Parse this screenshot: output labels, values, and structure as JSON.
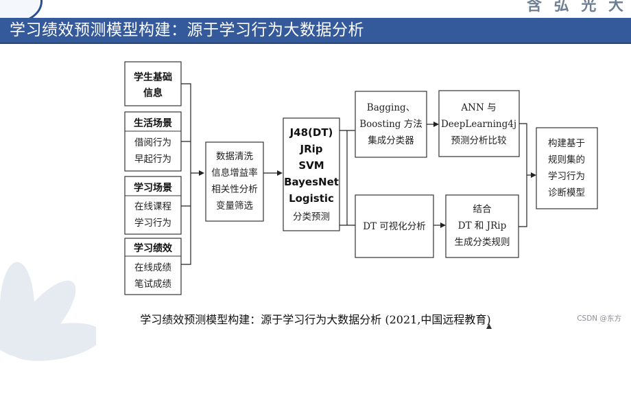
{
  "header": {
    "title": "学习绩效预测模型构建：源于学习行为大数据分析",
    "top_right_text": "含 弘 光 大"
  },
  "diagram": {
    "inputs": [
      {
        "title": "学生基础",
        "lines": [
          "信息"
        ]
      },
      {
        "title": "生活场景",
        "lines": [
          "借阅行为",
          "早起行为"
        ]
      },
      {
        "title": "学习场景",
        "lines": [
          "在线课程",
          "学习行为"
        ]
      },
      {
        "title": "学习绩效",
        "lines": [
          "在线成绩",
          "笔试成绩"
        ]
      }
    ],
    "preprocess": [
      "数据清洗",
      "信息增益率",
      "相关性分析",
      "变量筛选"
    ],
    "algorithms": [
      "J48(DT)",
      "JRip",
      "SVM",
      "BayesNet",
      "Logistic"
    ],
    "algorithms_caption": "分类预测",
    "ensemble": [
      "Bagging、",
      "Boosting 方法",
      "集成分类器"
    ],
    "compare": [
      "ANN 与",
      "DeepLearning4j",
      "预测分析比较"
    ],
    "dt_visual": "DT 可视化分析",
    "rules": [
      "结合",
      "DT 和 JRip",
      "生成分类规则"
    ],
    "output": [
      "构建基于",
      "规则集的",
      "学习行为",
      "诊断模型"
    ]
  },
  "caption": "学习绩效预测模型构建：源于学习行为大数据分析 (2021,中国远程教育)",
  "watermark_text": "CSDN @东方",
  "colors": {
    "banner": "#355a9b",
    "banner_text": "#ffffff"
  }
}
